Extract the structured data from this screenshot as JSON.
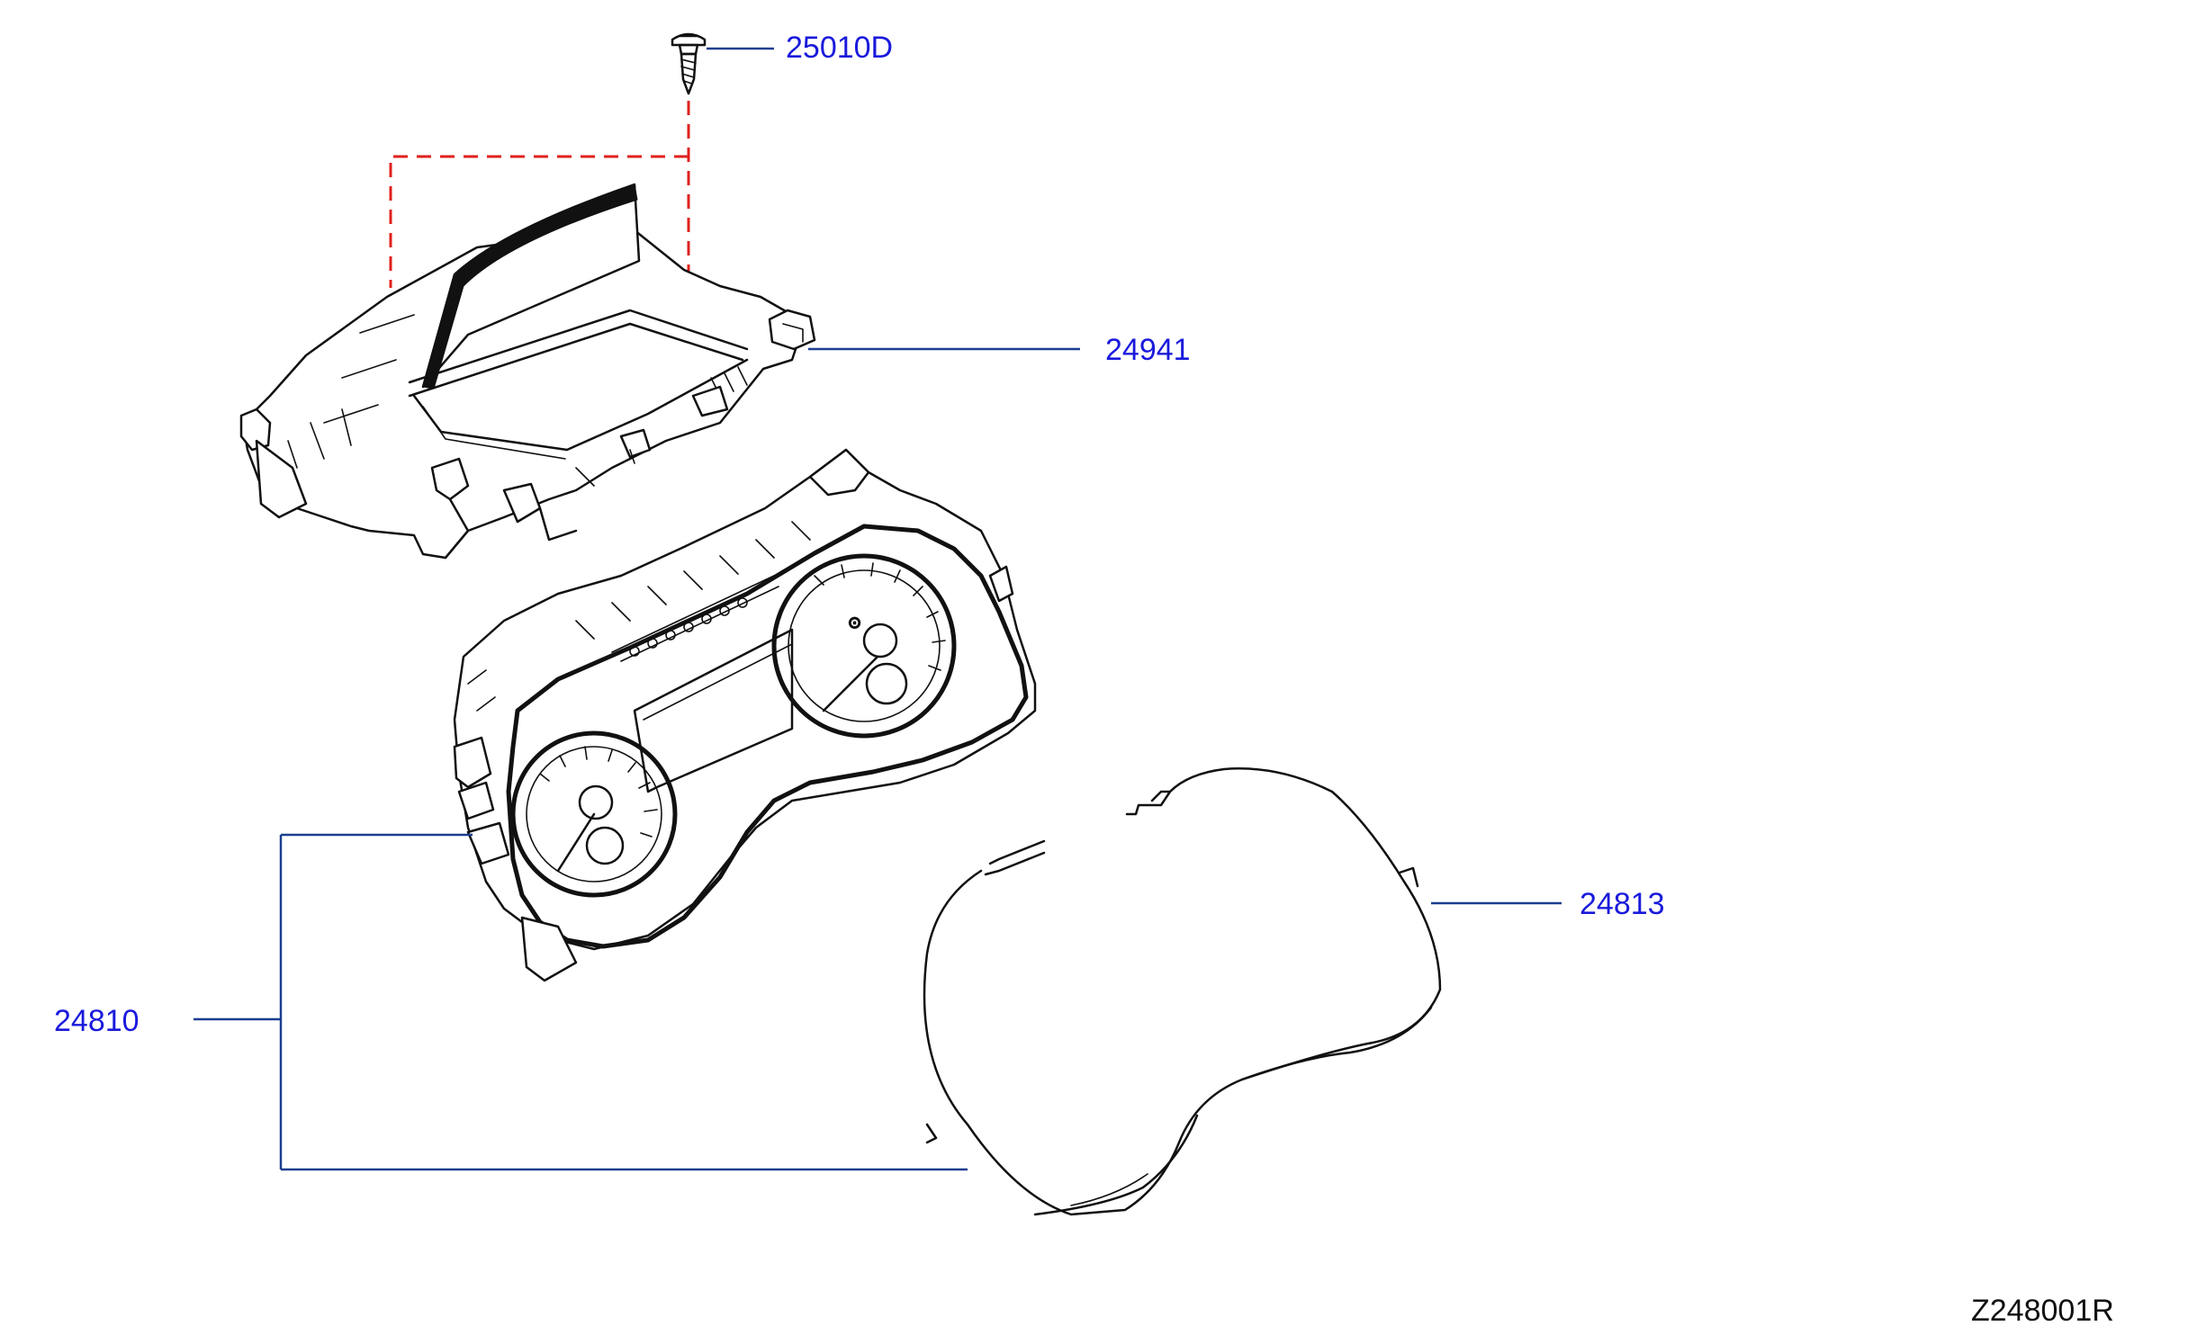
{
  "diagram": {
    "parts": [
      {
        "id": "screw",
        "label": "25010D"
      },
      {
        "id": "display-unit",
        "label": "24941"
      },
      {
        "id": "meter-cluster",
        "label": "24810"
      },
      {
        "id": "meter-lens",
        "label": "24813"
      }
    ],
    "drawing_id": "Z248001R"
  },
  "colors": {
    "label": "#1a1adc",
    "leader": "#1a3f8f",
    "dashed_guide": "#e0201c",
    "line_art": "#111111"
  },
  "icons": [
    "screw-icon",
    "display-unit-icon",
    "meter-cluster-icon",
    "meter-lens-icon"
  ]
}
